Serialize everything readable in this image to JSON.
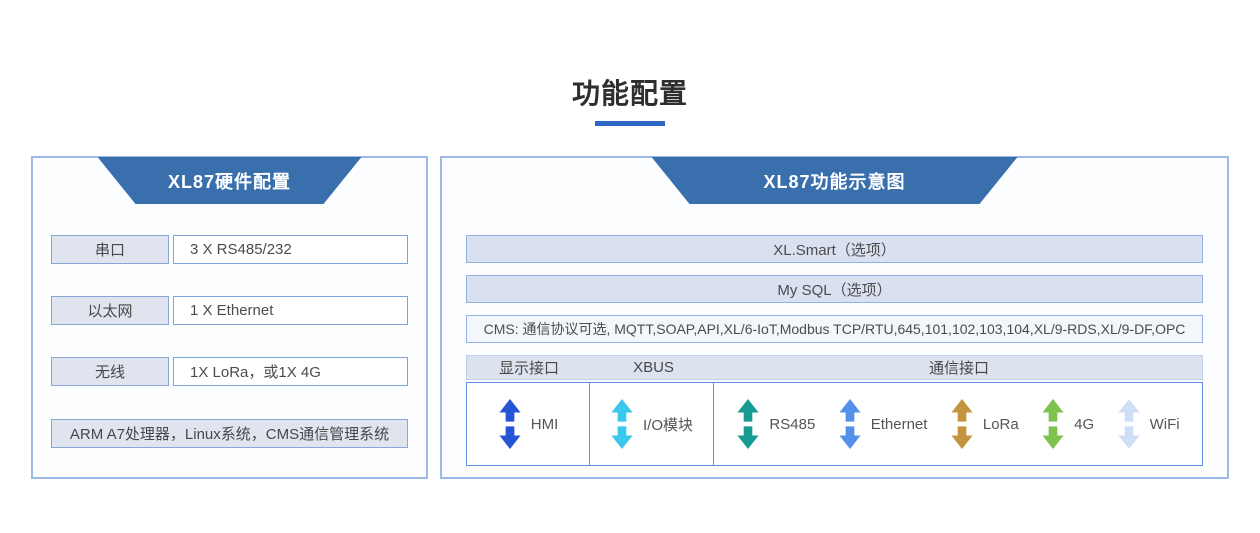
{
  "page": {
    "title": "功能配置"
  },
  "colors": {
    "accent_blue": "#2d66c3",
    "header_blue": "#3a6fad",
    "panel_border": "#9cb9e7"
  },
  "left_panel": {
    "header": "XL87硬件配置",
    "rows": [
      {
        "label": "串口",
        "value": "3 X RS485/232"
      },
      {
        "label": "以太网",
        "value": "1 X Ethernet"
      },
      {
        "label": "无线",
        "value": "1X LoRa，或1X 4G"
      }
    ],
    "footer": "ARM A7处理器，Linux系统，CMS通信管理系统"
  },
  "right_panel": {
    "header": "XL87功能示意图",
    "layers": [
      "XL.Smart（选项）",
      "My SQL（选项）"
    ],
    "cms": "CMS: 通信协议可选, MQTT,SOAP,API,XL/6-IoT,Modbus TCP/RTU,645,101,102,103,104,XL/9-RDS,XL/9-DF,OPC",
    "columns": [
      "显示接口",
      "XBUS",
      "通信接口"
    ],
    "display_interface": {
      "icon": "arrow-updown",
      "label": "HMI",
      "color": "#2355d6"
    },
    "xbus_interface": {
      "icon": "arrow-updown",
      "label": "I/O模块",
      "color": "#3ac8ec"
    },
    "comm_interfaces": [
      {
        "icon": "arrow-updown",
        "label": "RS485",
        "color": "#169c93"
      },
      {
        "icon": "arrow-updown",
        "label": "Ethernet",
        "color": "#5590ec"
      },
      {
        "icon": "arrow-updown",
        "label": "LoRa",
        "color": "#c4943c"
      },
      {
        "icon": "arrow-updown",
        "label": "4G",
        "color": "#7cc34f"
      },
      {
        "icon": "arrow-updown",
        "label": "WiFi",
        "color": "#cfdef6"
      }
    ]
  }
}
